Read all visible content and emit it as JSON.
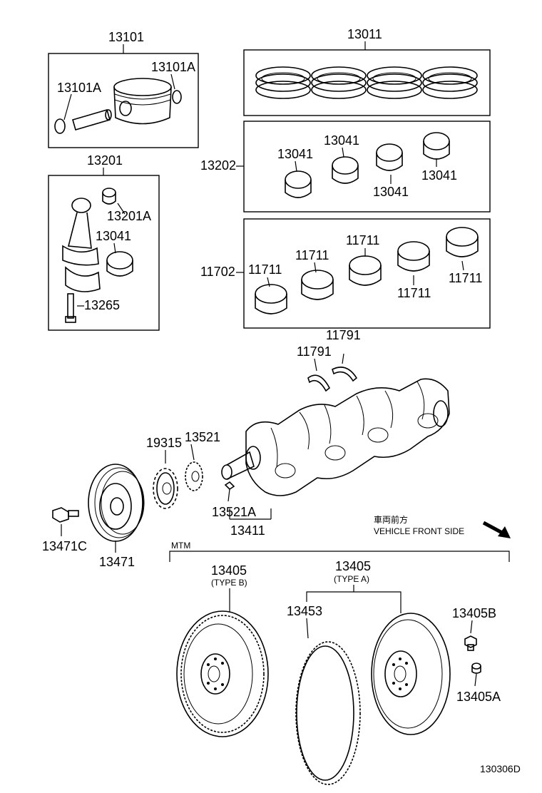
{
  "labels": {
    "piston_set": "13101",
    "pin_clip_left": "13101A",
    "pin_clip_right": "13101A",
    "ring_set": "13011",
    "conrod_assy": "13201",
    "conrod_bushing": "13201A",
    "conrod_bearing": "13041",
    "conrod_bolt": "13265",
    "crank_bearing_upper_group": "13202",
    "crank_bearing_upper_1": "13041",
    "crank_bearing_upper_2": "13041",
    "crank_bearing_upper_3": "13041",
    "crank_bearing_upper_4": "13041",
    "crank_bearing_lower_group": "11702",
    "crank_bearing_lower_1": "11711",
    "crank_bearing_lower_2": "11711",
    "crank_bearing_lower_3": "11711",
    "crank_bearing_lower_4": "11711",
    "crank_bearing_lower_5": "11711",
    "thrust_washer_top": "11791",
    "thrust_washer_left": "11791",
    "oil_pump_gear": "19315",
    "crank_timing_gear": "13521",
    "crank_key": "13521A",
    "crankshaft": "13411",
    "pulley_bolt": "13471C",
    "crank_pulley": "13471",
    "flywheel_type_b": "13405",
    "type_b_note": "(TYPE B)",
    "flywheel_type_a": "13405",
    "type_a_note": "(TYPE A)",
    "ring_gear": "13453",
    "flywheel_bolt": "13405B",
    "flywheel_pin": "13405A",
    "mtm_note": "MTM",
    "front_side_jp": "車両前方",
    "front_side_en": "VEHICLE FRONT SIDE",
    "drawing_number": "130306D"
  }
}
